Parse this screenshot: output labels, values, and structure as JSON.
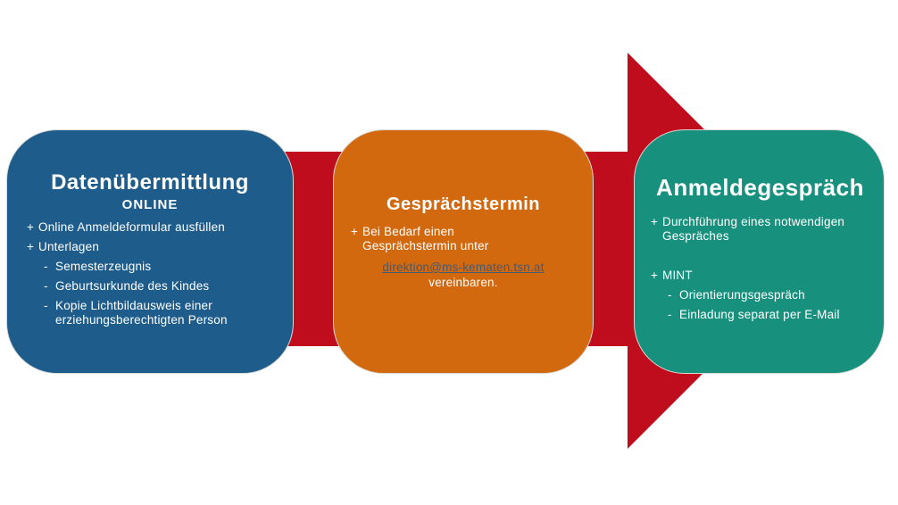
{
  "colors": {
    "canvas_bg": "#ffffff",
    "arrow_red": "#c00d1e",
    "card_blue": "#1e5c8b",
    "card_orange": "#d2690e",
    "card_teal": "#17907e",
    "text_white": "#ffffff",
    "link_blue": "#465a72",
    "card_border": "#d9d9d6"
  },
  "steps": [
    {
      "title": "Datenübermittlung",
      "subtitle": "ONLINE",
      "items": [
        {
          "marker": "+",
          "text": "Online Anmeldeformular ausfüllen"
        },
        {
          "marker": "+",
          "text": "Unterlagen"
        },
        {
          "marker": "-",
          "text": "Semesterzeugnis"
        },
        {
          "marker": "-",
          "text": "Geburtsurkunde des Kindes"
        },
        {
          "marker": "-",
          "text": "Kopie Lichtbildausweis einer erziehungsberechtigten Person"
        }
      ]
    },
    {
      "title": "Gesprächstermin",
      "item": {
        "marker": "+",
        "line1": "Bei Bedarf einen",
        "line2": "Gesprächstermin unter"
      },
      "link": "direktion@ms-kematen.tsn.at",
      "after_link": "vereinbaren."
    },
    {
      "title": "Anmeldegespräch",
      "items": [
        {
          "marker": "+",
          "text": "Durchführung eines notwendigen Gespräches"
        },
        {
          "marker": "+",
          "text": "MINT"
        },
        {
          "marker": "-",
          "text": "Orientierungsgespräch"
        },
        {
          "marker": "-",
          "text": "Einladung separat per E-Mail"
        }
      ]
    }
  ]
}
